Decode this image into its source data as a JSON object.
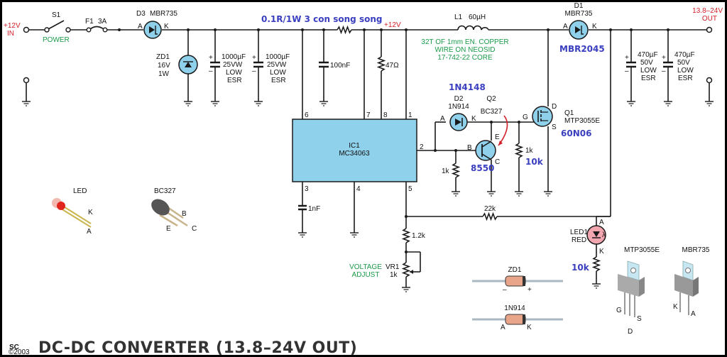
{
  "title": "DC-DC CONVERTER  (13.8–24V OUT)",
  "logo": {
    "text": "SC",
    "copyright": "©2003"
  },
  "input": {
    "label_line1": "+12V",
    "label_line2": "IN"
  },
  "output": {
    "label_line1": "13.8–24V",
    "label_line2": "OUT"
  },
  "rail_label": "+12V",
  "switch": {
    "ref": "S1",
    "function": "POWER"
  },
  "fuse": {
    "ref": "F1",
    "value": "3A"
  },
  "d3": {
    "ref": "D3",
    "part": "MBR735",
    "anode": "A",
    "cathode": "K"
  },
  "zd1": {
    "ref": "ZD1",
    "voltage": "16V",
    "power": "1W"
  },
  "caps_in": [
    {
      "value": "1000µF",
      "rating": "25VW",
      "type1": "LOW",
      "type2": "ESR"
    },
    {
      "value": "1000µF",
      "rating": "25VW",
      "type1": "LOW",
      "type2": "ESR"
    }
  ],
  "c_100n": "100nF",
  "sense_resistor_note": "0.1R/1W 3 con song song",
  "r_47": "47Ω",
  "inductor": {
    "ref": "L1",
    "value": "60µH",
    "note_line1": "32T OF 1mm EN. COPPER",
    "note_line2": "WIRE ON NEOSID",
    "note_line3": "17-742-22 CORE"
  },
  "d1": {
    "ref": "D1",
    "part": "MBR735",
    "anode": "A",
    "cathode": "K",
    "substitute": "MBR2045"
  },
  "caps_out": [
    {
      "value": "470µF",
      "rating": "50V",
      "type1": "LOW",
      "type2": "ESR"
    },
    {
      "value": "470µF",
      "rating": "50V",
      "type1": "LOW",
      "type2": "ESR"
    }
  ],
  "ic1": {
    "ref": "IC1",
    "part": "MC34063",
    "pins": {
      "p1": "1",
      "p2": "2",
      "p3": "3",
      "p4": "4",
      "p5": "5",
      "p6": "6",
      "p7": "7",
      "p8": "8"
    }
  },
  "d2": {
    "ref": "D2",
    "part": "1N914",
    "substitute": "1N4148",
    "anode": "A",
    "cathode": "K"
  },
  "q2": {
    "ref": "Q2",
    "part": "BC327",
    "substitute": "8550",
    "b": "B",
    "e": "E",
    "c": "C"
  },
  "q1": {
    "ref": "Q1",
    "part": "MTP3055E",
    "substitute": "60N06",
    "g": "G",
    "d": "D",
    "s": "S"
  },
  "r_gate": {
    "value": "1k",
    "substitute": "10k"
  },
  "r_base": "1k",
  "c_timing": "1nF",
  "r_feedback": "22k",
  "r_lower": "1.2k",
  "vr1": {
    "ref": "VR1",
    "value": "1k",
    "function_line1": "VOLTAGE",
    "function_line2": "ADJUST"
  },
  "led1": {
    "ref": "LED1",
    "color": "RED",
    "anode": "A",
    "cathode": "K",
    "resistor_substitute": "10k"
  },
  "pinouts": {
    "led": {
      "label": "LED",
      "k": "K",
      "a": "A"
    },
    "bc327": {
      "label": "BC327",
      "b": "B",
      "e": "E",
      "c": "C"
    },
    "zd1": {
      "label": "ZD1",
      "minus": "–",
      "plus": "+"
    },
    "in914": {
      "label": "1N914",
      "a": "A",
      "k": "K"
    },
    "mtp3055e": {
      "label": "MTP3055E",
      "g": "G",
      "d": "D",
      "s": "S"
    },
    "mbr735": {
      "label": "MBR735",
      "k": "K",
      "a": "A"
    }
  }
}
